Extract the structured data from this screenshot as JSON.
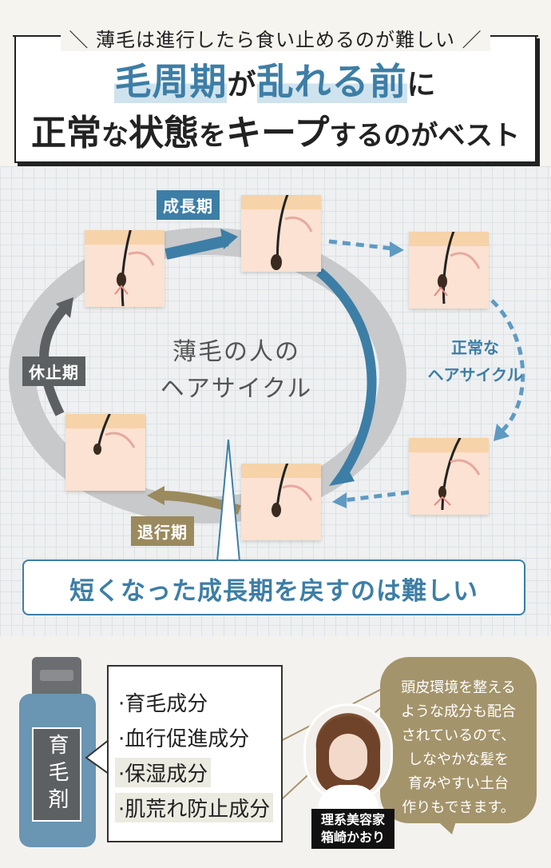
{
  "header": {
    "kicker": "薄毛は進行したら食い止めるのが難しい",
    "title_line1": {
      "part1": "毛周期",
      "part2": "が",
      "part3": "乱れる前",
      "part4": "に"
    },
    "title_line2": {
      "part1": "正常",
      "part2": "な",
      "part3": "状態",
      "part4": "を",
      "part5": "キープ",
      "part6": "するのがベスト"
    }
  },
  "diagram": {
    "phases": {
      "growth": "成長期",
      "rest": "休止期",
      "regression": "退行期"
    },
    "center_label_line1": "薄毛の人の",
    "center_label_line2": "ヘアサイクル",
    "normal_label_line1": "正常な",
    "normal_label_line2": "ヘアサイクル",
    "callout": "短くなった成長期を戻すのは難しい"
  },
  "product": {
    "bottle_label": "育毛剤",
    "ingredients": [
      "·育毛成分",
      "·血行促進成分",
      "·保湿成分",
      "·肌荒れ防止成分"
    ]
  },
  "expert": {
    "comment_lines": [
      "頭皮環境を整える",
      "ような成分も配合",
      "されているので、",
      "しなやかな髪を",
      "育みやすい土台",
      "作りもできます。"
    ],
    "title": "理系美容家",
    "name": "箱崎かおり"
  },
  "colors": {
    "blue": "#3d7ea6",
    "gray": "#5d6063",
    "gold": "#a4946b"
  }
}
